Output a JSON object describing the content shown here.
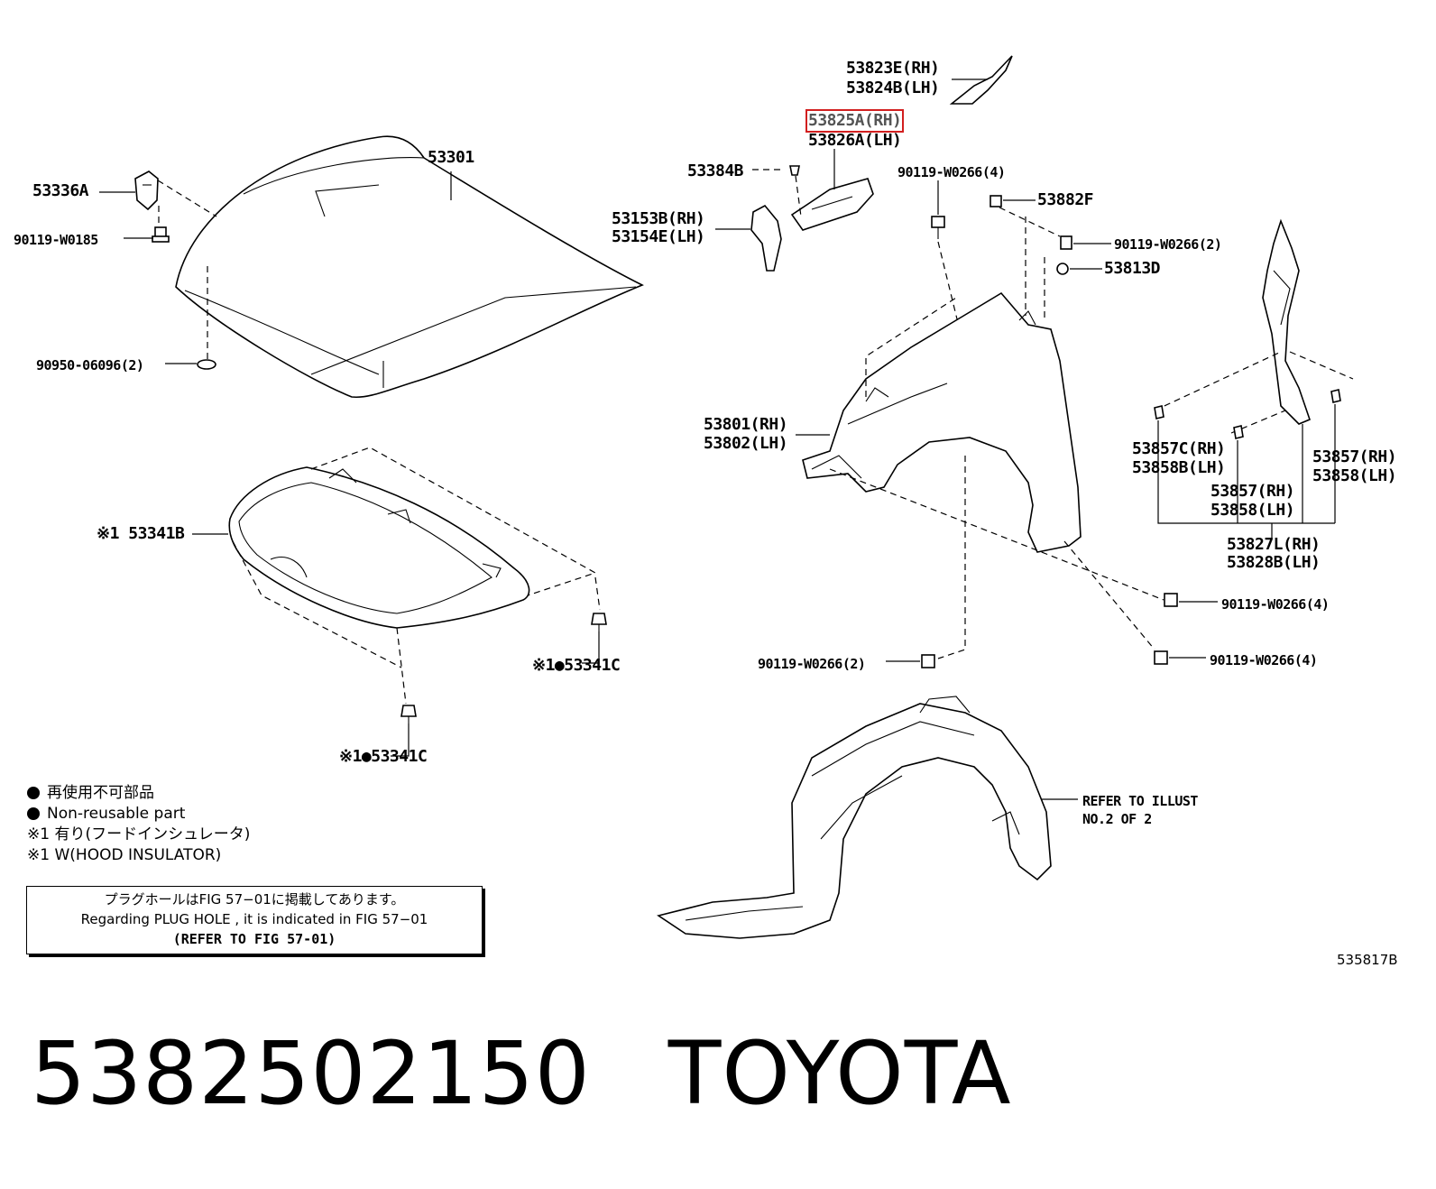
{
  "callouts": {
    "p53823E": "53823E(RH)",
    "p53824B": "53824B(LH)",
    "p53825A": "53825A(RH)",
    "p53826A": "53826A(LH)",
    "p53384B": "53384B",
    "p90119_w0266_4_top": "90119-W0266(4)",
    "p53882F": "53882F",
    "p53153B": "53153B(RH)",
    "p53154E": "53154E(LH)",
    "p90119_w0266_2_right": "90119-W0266(2)",
    "p53813D": "53813D",
    "p53301": "53301",
    "p53336A": "53336A",
    "p90119_w0185": "90119-W0185",
    "p90950_06096": "90950-06096(2)",
    "p53801": "53801(RH)",
    "p53802": "53802(LH)",
    "p53857C": "53857C(RH)",
    "p53858B": "53858B(LH)",
    "p53857_right": "53857(RH)",
    "p53858_right": "53858(LH)",
    "p53857_mid": "53857(RH)",
    "p53858_mid": "53858(LH)",
    "p53827L": "53827L(RH)",
    "p53828B": "53828B(LH)",
    "p53341B": "※1 53341B",
    "p53341C_right": "※1●53341C",
    "p53341C_bottom": "※1●53341C",
    "p90119_w0266_4_mid": "90119-W0266(4)",
    "p90119_w0266_4_low": "90119-W0266(4)",
    "p90119_w0266_2_low": "90119-W0266(2)",
    "refer_line1": "REFER TO ILLUST",
    "refer_line2": "NO.2 OF 2"
  },
  "legend": {
    "non_reusable_jp": "再使用不可部品",
    "non_reusable_en": "Non-reusable part",
    "note1_jp": "※1 有り(フードインシュレータ)",
    "note1_en": "※1 W(HOOD INSULATOR)"
  },
  "reference_box": {
    "line_jp": "プラグホールはFIG 57−01に掲載してあります。",
    "line_en": "Regarding PLUG HOLE , it is indicated in FIG 57−01",
    "line_ref": "(REFER TO FIG 57-01)"
  },
  "figure_code": "535817B",
  "footer": {
    "part_number": "5382502150",
    "brand": "TOYOTA"
  },
  "colors": {
    "highlight": "#d21f1f",
    "ink": "#000000"
  }
}
